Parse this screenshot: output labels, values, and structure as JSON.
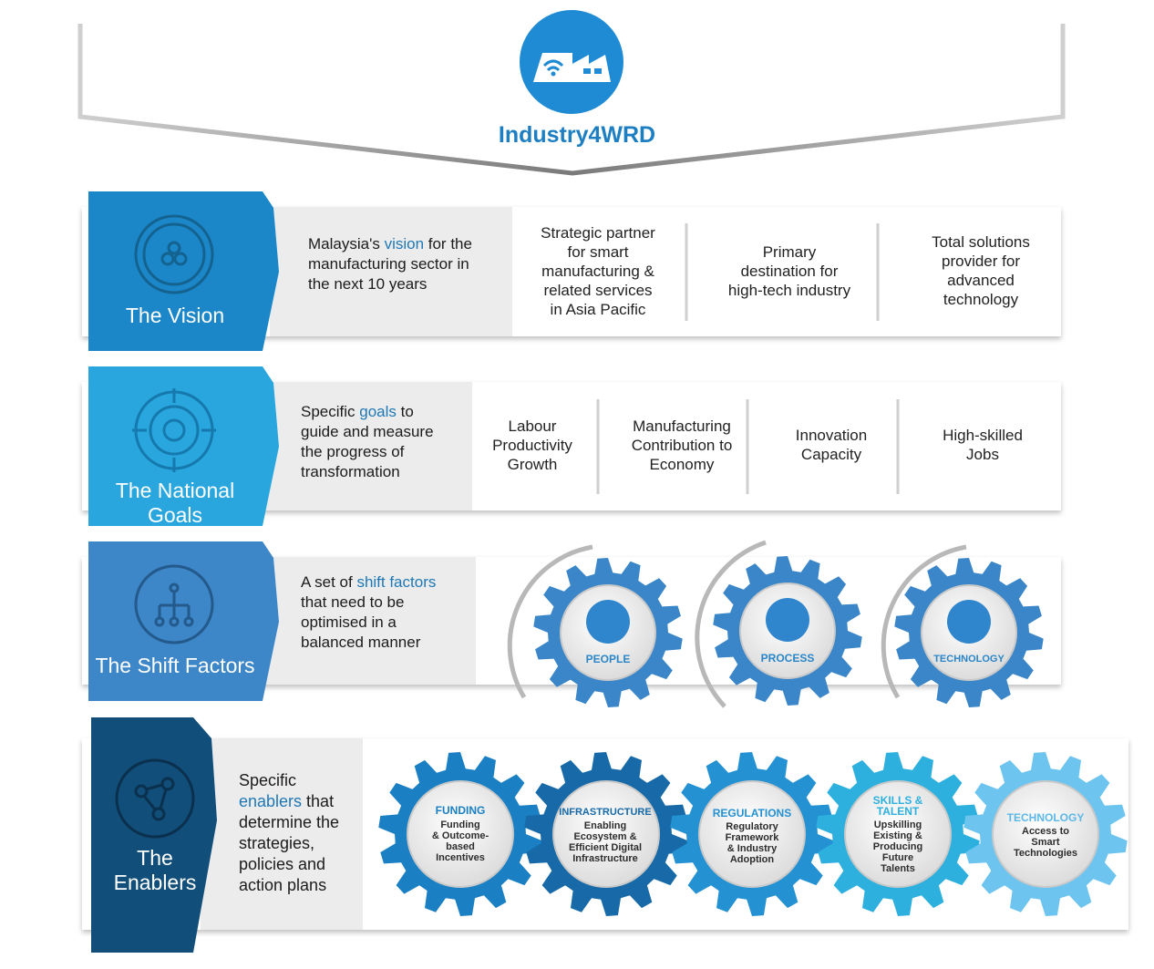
{
  "header": {
    "brand": "Industry4WRD",
    "logo_icon": "factory-wifi-icon"
  },
  "colors": {
    "vision": "#1b87c9",
    "goals": "#28a6dd",
    "shift": "#3d86c7",
    "enablers": "#114e7a",
    "highlight": "#1f78b6"
  },
  "vision": {
    "label": "The Vision",
    "icon": "triple-circle-icon",
    "desc": {
      "pre": "Malaysia's ",
      "hl": "vision",
      "post": " for the manufacturing sector in the next 10 years"
    },
    "cells": [
      "Strategic partner\nfor smart\nmanufacturing &\nrelated services\nin Asia Pacific",
      "Primary\ndestination for\nhigh-tech industry",
      "Total solutions\nprovider for\nadvanced\ntechnology"
    ]
  },
  "goals": {
    "label": "The National Goals",
    "icon": "globe-target-icon",
    "desc": {
      "pre": "Specific ",
      "hl": "goals",
      "post": " to guide and measure the progress of transformation"
    },
    "cells": [
      "Labour\nProductivity\nGrowth",
      "Manufacturing\nContribution to\nEconomy",
      "Innovation\nCapacity",
      "High-skilled\nJobs"
    ]
  },
  "shift": {
    "label": "The Shift Factors",
    "icon": "hierarchy-icon",
    "desc": {
      "pre": "A set of ",
      "hl": "shift factors",
      "post": " that need to be optimised in a balanced manner"
    },
    "gears": [
      {
        "label": "PEOPLE",
        "icon": "people-network-icon"
      },
      {
        "label": "PROCESS",
        "icon": "document-process-icon"
      },
      {
        "label": "TECHNOLOGY",
        "icon": "chip-icon"
      }
    ]
  },
  "enablers": {
    "label": "The\nEnablers",
    "icon": "network-triangle-icon",
    "desc": {
      "pre": "Specific ",
      "hl": "enablers",
      "post": " that determine the strategies, policies and action plans"
    },
    "gears": [
      {
        "title": "FUNDING",
        "body": "Funding\n& Outcome-\nbased\nIncentives",
        "color": "#1a7fc3",
        "title_color": "#1a7fc3"
      },
      {
        "title": "INFRASTRUCTURE",
        "body": "Enabling\nEcosystem &\nEfficient Digital\nInfrastructure",
        "color": "#176aa7",
        "title_color": "#176aa7"
      },
      {
        "title": "REGULATIONS",
        "body": "Regulatory\nFramework\n& Industry\nAdoption",
        "color": "#2491d2",
        "title_color": "#2491d2"
      },
      {
        "title": "SKILLS &\nTALENT",
        "body": "Upskilling\nExisting &\nProducing\nFuture\nTalents",
        "color": "#2eb0de",
        "title_color": "#2eb0de"
      },
      {
        "title": "TECHNOLOGY",
        "body": "Access to\nSmart\nTechnologies",
        "color": "#6cc4ef",
        "title_color": "#5bb8e8"
      }
    ]
  }
}
